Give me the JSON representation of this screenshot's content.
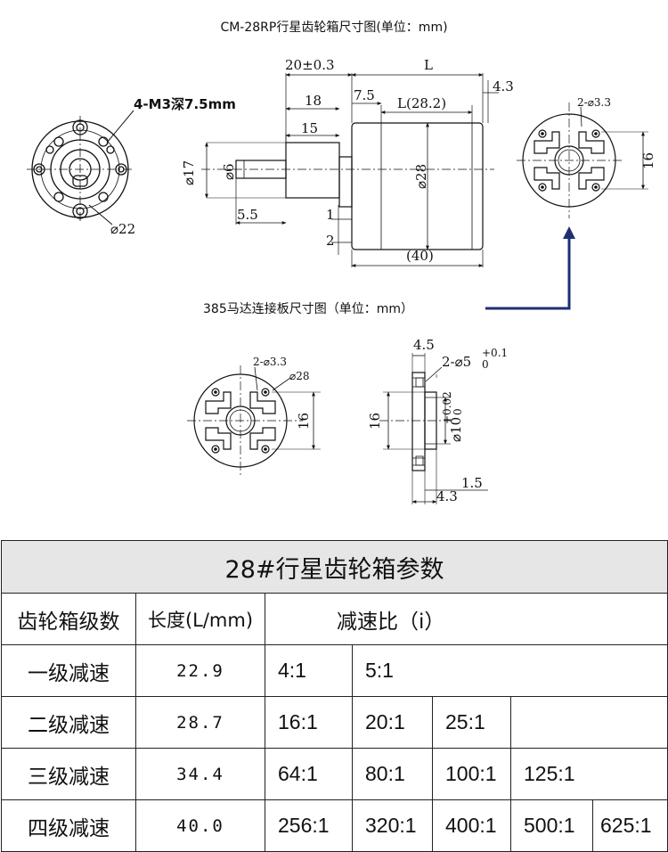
{
  "top_title": "CM-28RP行星齿轮箱尺寸图(单位：mm)",
  "plate_title": "385马达连接板尺寸图（单位：mm）",
  "labels": {
    "threads": "4-M3深7.5mm",
    "d22": "⌀22",
    "dim_20": "20±0.3",
    "dim_L": "L",
    "dim_18": "18",
    "dim_7_5": "7.5",
    "dim_L282": "L(28.2)",
    "dim_4_3": "4.3",
    "dim_15": "15",
    "dim_d17": "⌀17",
    "dim_d6": "⌀6",
    "dim_d28": "⌀28",
    "dim_5_5": "5.5",
    "dim_1": "1",
    "dim_2": "2",
    "dim_40": "(40)",
    "right_holes": "2-⌀3.3",
    "right_16": "16",
    "plate_holes": "2-⌀3.3",
    "plate_d28": "⌀28",
    "plate_16": "16",
    "side_4_5": "4.5",
    "side_2d5": "2-⌀5",
    "side_2d5_tol_hi": "+0.1",
    "side_2d5_tol_lo": "0",
    "side_16": "16",
    "side_d10": "⌀10",
    "side_d10_tol_hi": "+0.02",
    "side_d10_tol_lo": "0",
    "side_1_5": "1.5",
    "side_4_3": "4.3"
  },
  "table": {
    "title": "28#行星齿轮箱参数",
    "col_stage": "齿轮箱级数",
    "col_length": "长度(L/mm)",
    "col_ratio": "减速比（i）",
    "rows": [
      {
        "stage": "一级减速",
        "length": "22.9",
        "ratios": [
          "4:1",
          "5:1",
          "",
          "",
          ""
        ]
      },
      {
        "stage": "二级减速",
        "length": "28.7",
        "ratios": [
          "16:1",
          "20:1",
          "25:1",
          "",
          ""
        ]
      },
      {
        "stage": "三级减速",
        "length": "34.4",
        "ratios": [
          "64:1",
          "80:1",
          "100:1",
          "125:1",
          ""
        ]
      },
      {
        "stage": "四级减速",
        "length": "40.0",
        "ratios": [
          "256:1",
          "320:1",
          "400:1",
          "500:1",
          "625:1"
        ]
      }
    ]
  },
  "colors": {
    "arrow": "#1f2f73",
    "line": "#111111",
    "header_bg": "#e6e6e6"
  }
}
